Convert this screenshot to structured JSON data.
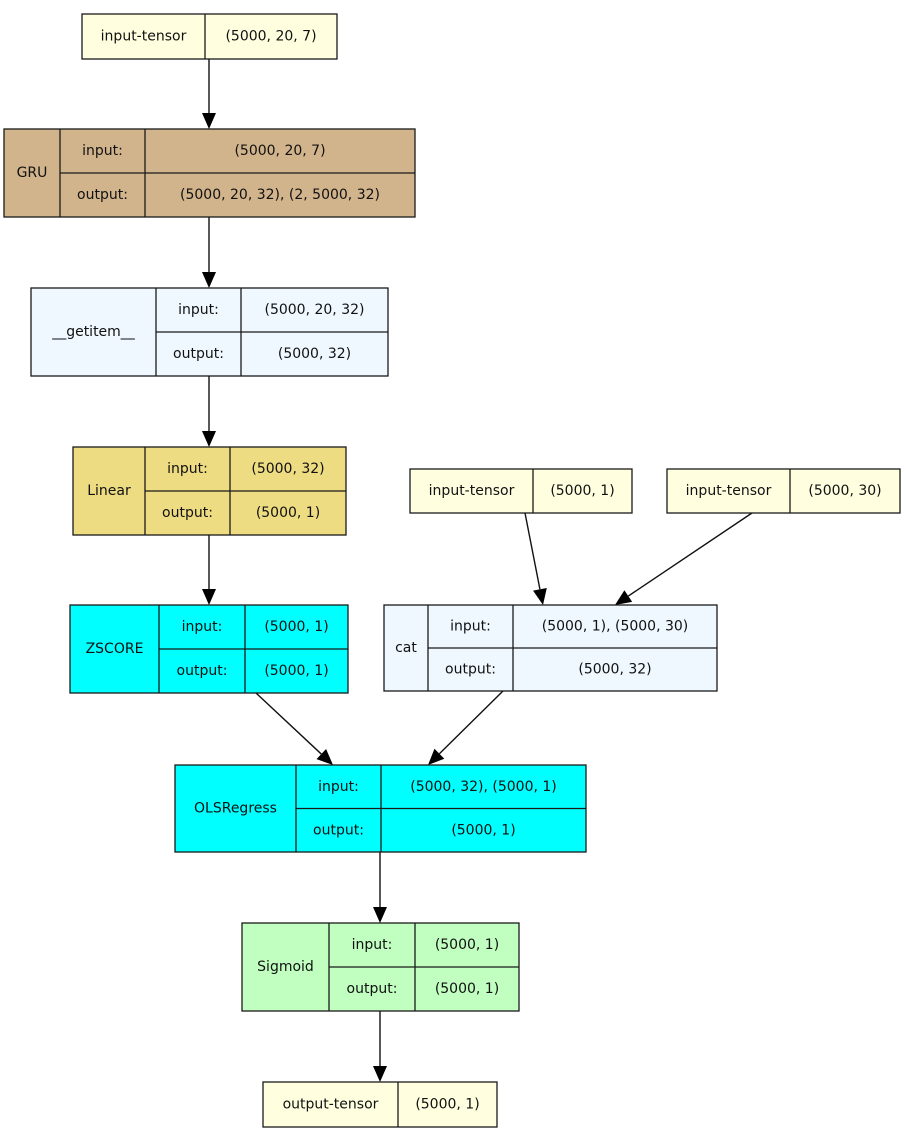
{
  "colors": {
    "tensor": "#FFFFE0",
    "gru": "#D2B48C",
    "getitem": "#F0F8FF",
    "linear": "#EEDC82",
    "zscore": "#00FFFF",
    "cat": "#F0F8FF",
    "olsregress": "#00FFFF",
    "sigmoid": "#C1FFC1",
    "stroke": "#1a1a1a"
  },
  "labels": {
    "input": "input:",
    "output": "output:"
  },
  "tensors": [
    {
      "id": "t_in1",
      "name": "input-tensor",
      "shape": "(5000, 20, 7)"
    },
    {
      "id": "t_in2",
      "name": "input-tensor",
      "shape": "(5000, 1)"
    },
    {
      "id": "t_in3",
      "name": "input-tensor",
      "shape": "(5000, 30)"
    },
    {
      "id": "t_out",
      "name": "output-tensor",
      "shape": "(5000, 1)"
    }
  ],
  "layers": [
    {
      "id": "gru",
      "name": "GRU",
      "input": "(5000, 20, 7)",
      "output": "(5000, 20, 32), (2, 5000, 32)"
    },
    {
      "id": "getitem",
      "name": "__getitem__",
      "input": "(5000, 20, 32)",
      "output": "(5000, 32)"
    },
    {
      "id": "linear",
      "name": "Linear",
      "input": "(5000, 32)",
      "output": "(5000, 1)"
    },
    {
      "id": "zscore",
      "name": "ZSCORE",
      "input": "(5000, 1)",
      "output": "(5000, 1)"
    },
    {
      "id": "cat",
      "name": "cat",
      "input": "(5000, 1), (5000, 30)",
      "output": "(5000, 32)"
    },
    {
      "id": "olsregress",
      "name": "OLSRegress",
      "input": "(5000, 32), (5000, 1)",
      "output": "(5000, 1)"
    },
    {
      "id": "sigmoid",
      "name": "Sigmoid",
      "input": "(5000, 1)",
      "output": "(5000, 1)"
    }
  ],
  "edges": [
    {
      "from": "t_in1",
      "to": "gru"
    },
    {
      "from": "gru",
      "to": "getitem"
    },
    {
      "from": "getitem",
      "to": "linear"
    },
    {
      "from": "linear",
      "to": "zscore"
    },
    {
      "from": "t_in2",
      "to": "cat"
    },
    {
      "from": "t_in3",
      "to": "cat"
    },
    {
      "from": "zscore",
      "to": "olsregress"
    },
    {
      "from": "cat",
      "to": "olsregress"
    },
    {
      "from": "olsregress",
      "to": "sigmoid"
    },
    {
      "from": "sigmoid",
      "to": "t_out"
    }
  ]
}
